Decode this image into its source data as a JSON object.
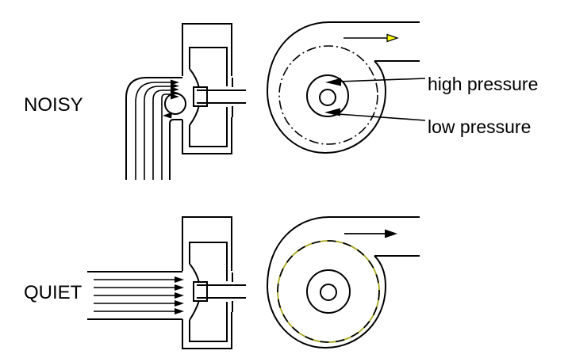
{
  "diagram": {
    "rows": [
      {
        "label": "NOISY"
      },
      {
        "label": "QUIET"
      }
    ],
    "annotations": {
      "high_pressure": "high pressure",
      "low_pressure": "low pressure"
    },
    "colors": {
      "line": "#000000",
      "background": "#ffffff",
      "outlet_arrow_yellow": "#ffff00",
      "impeller_dash_yellow": "#a8a81e"
    },
    "icons": {
      "noisy_outlet_arrow": "right-arrow-yellow",
      "quiet_outlet_arrow": "right-arrow-black",
      "inlet_flow_arrows": "right-arrows-cluster",
      "vortex_arrow": "recirculation-arrow",
      "pressure_pointers": "left-arrows"
    }
  }
}
